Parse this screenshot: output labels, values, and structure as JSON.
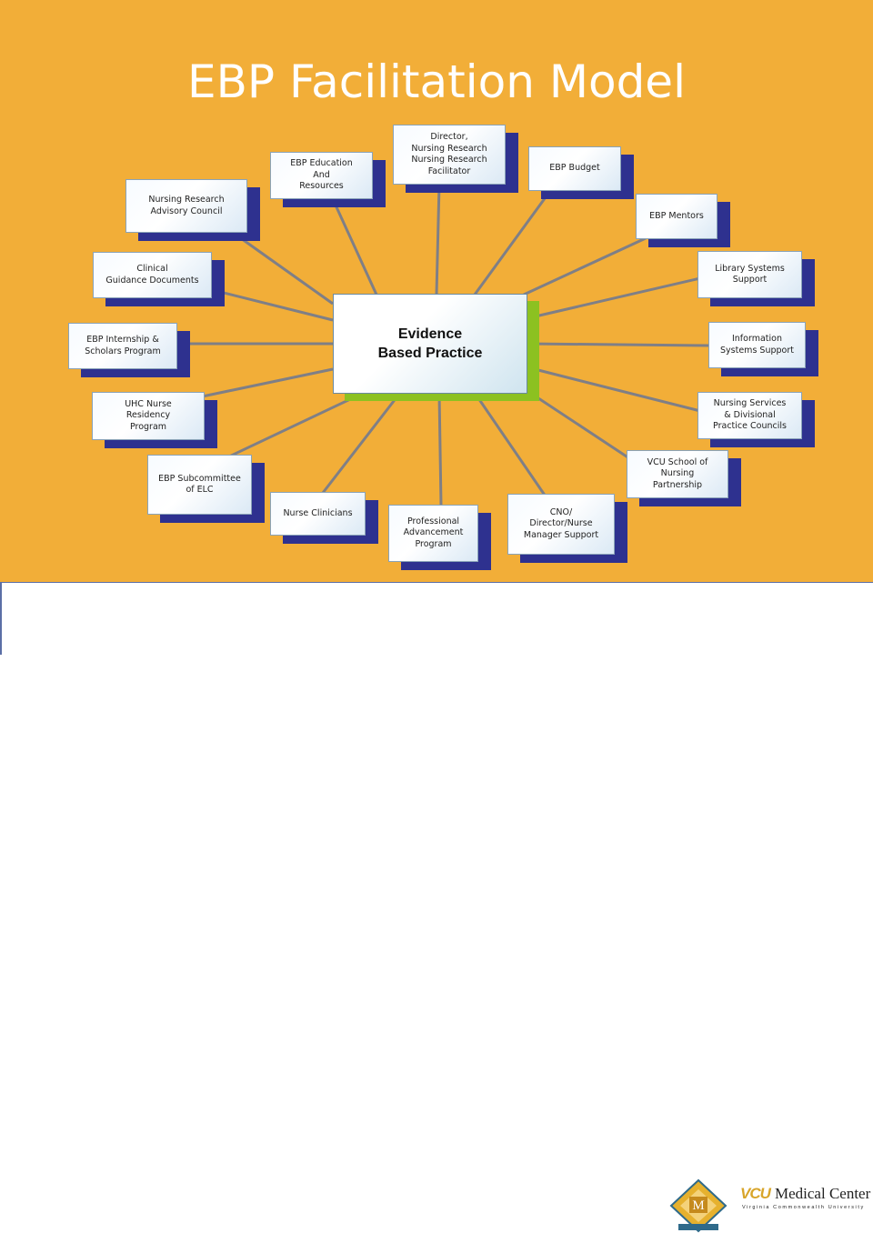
{
  "slide": {
    "title": "EBP Facilitation Model",
    "center_label": "Evidence\nBased Practice",
    "nodes": [
      "Director,\nNursing Research\nNursing Research\nFacilitator",
      "EBP Budget",
      "EBP Mentors",
      "Library Systems\nSupport",
      "Information\nSystems Support",
      "Nursing Services\n& Divisional\nPractice Councils",
      "VCU School of\nNursing\nPartnership",
      "CNO/\nDirector/Nurse\nManager Support",
      "Professional\nAdvancement\nProgram",
      "Nurse Clinicians",
      "EBP Subcommittee\nof ELC",
      "UHC Nurse\nResidency\nProgram",
      "EBP Internship &\nScholars Program",
      "Clinical\nGuidance Documents",
      "Nursing Research\nAdvisory Council",
      "EBP Education\nAnd\nResources"
    ]
  },
  "footer": {
    "magnet_logo_text": "M",
    "vcu_mark": "VCU",
    "vcu_name": "Medical Center",
    "vcu_subtitle": "Virginia Commonwealth University"
  },
  "colors": {
    "background": "#f2ae38",
    "node_shadow": "#2e318f",
    "center_shadow": "#8cc121",
    "spoke": "#7f7f86"
  }
}
